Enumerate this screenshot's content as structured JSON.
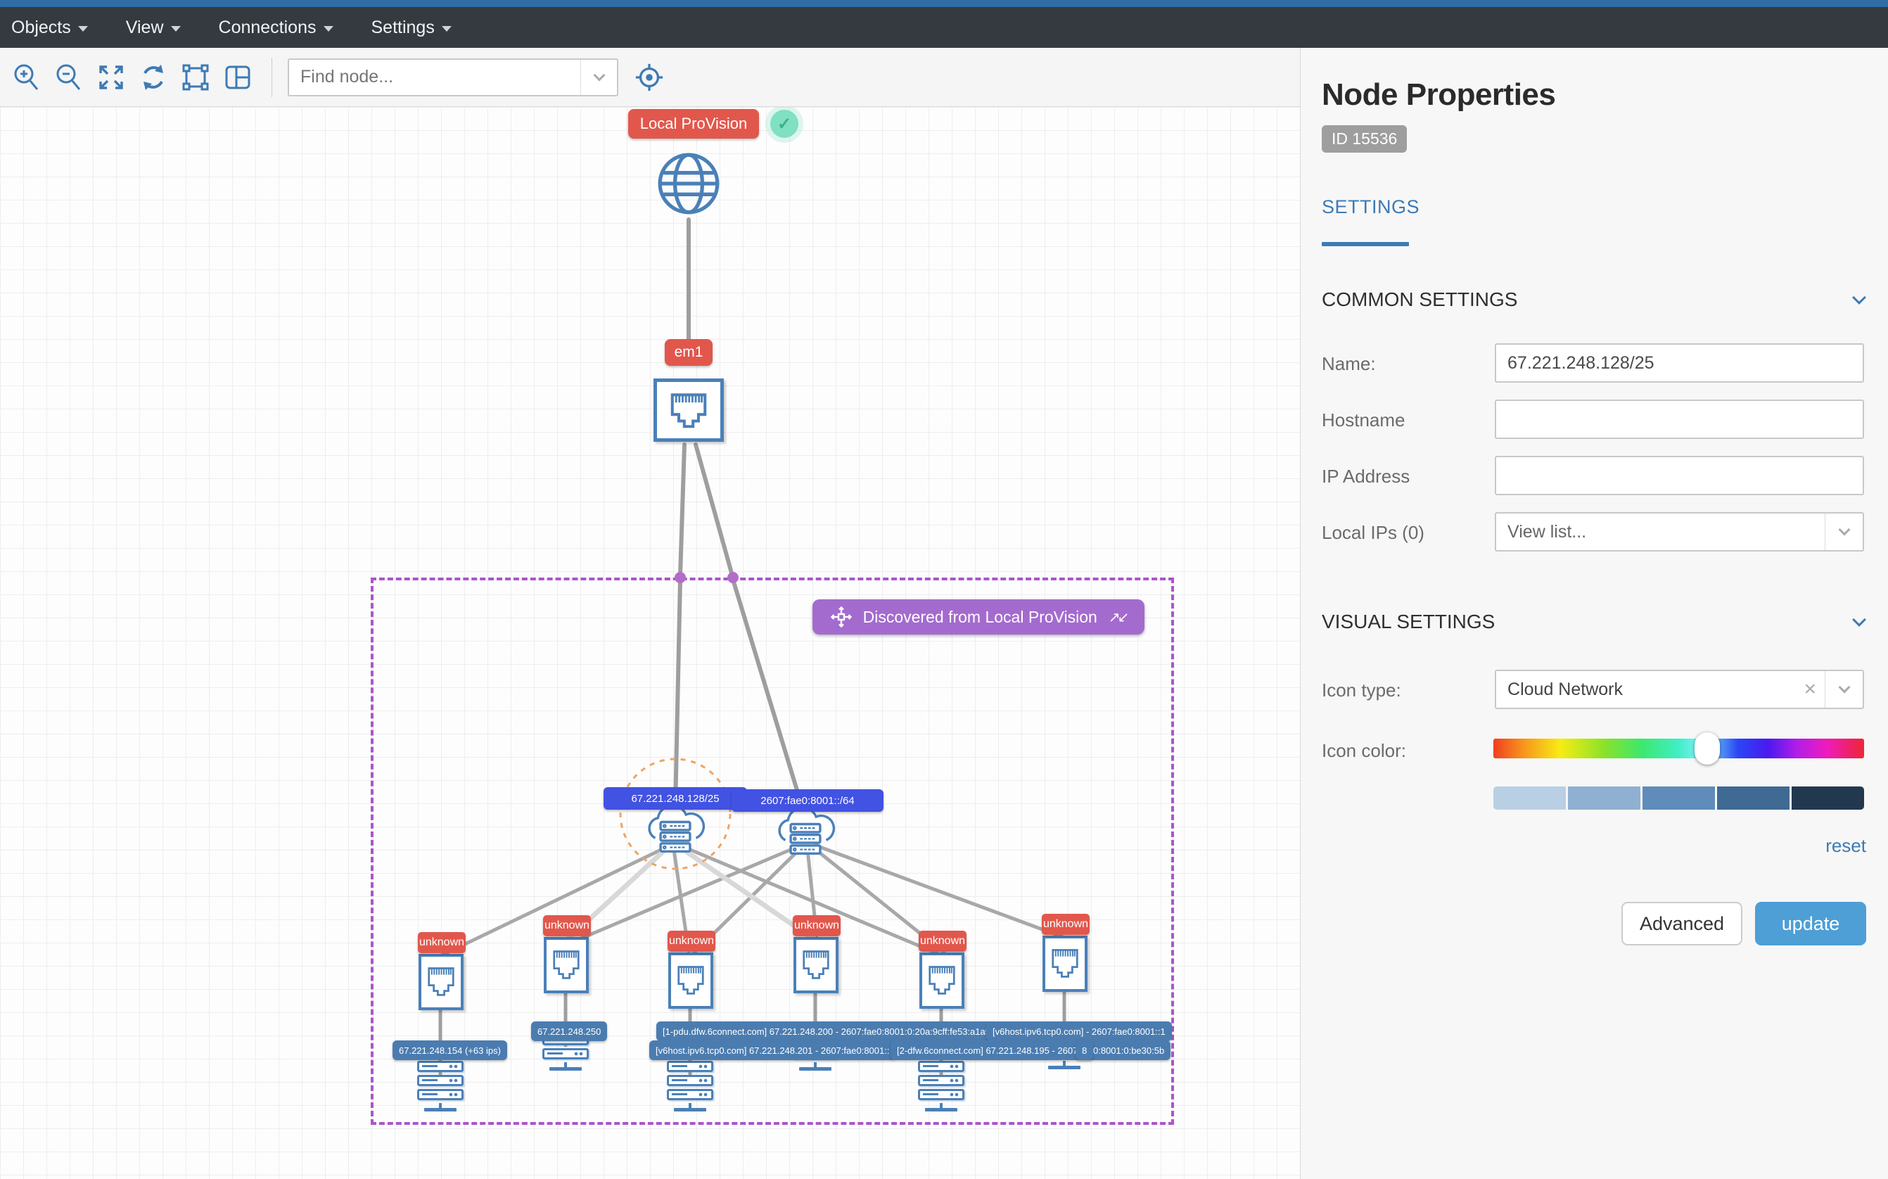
{
  "menu": {
    "items": [
      "Objects",
      "View",
      "Connections",
      "Settings"
    ]
  },
  "toolbar": {
    "find_placeholder": "Find node..."
  },
  "canvas": {
    "root_label": "Local ProVision",
    "interface_label": "em1",
    "group_label": "Discovered from Local ProVision",
    "unknown_label": "unknown",
    "cloud_labels": [
      "67.221.248.128/25",
      "2607:fae0:8001::/64"
    ],
    "leaf_labels": [
      "67.221.248.154 (+63 ips)",
      "67.221.248.250",
      "[1-pdu.dfw.6connect.com] 67.221.248.200 - 2607:fae0:8001:0:20a:9cff:fe53:a1a5",
      "[v6host.ipv6.tcp0.com] - 2607:fae0:8001::1",
      "[v6host.ipv6.tcp0.com] 67.221.248.201 - 2607:fae0:8001::",
      "[2-dfw.6connect.com] 67.221.248.195 - 2607:fae0:8001:0:be30:5b",
      "8"
    ]
  },
  "panel": {
    "title": "Node Properties",
    "id_badge": "ID 15536",
    "tab_settings": "SETTINGS",
    "common_section": "COMMON SETTINGS",
    "visual_section": "VISUAL SETTINGS",
    "fields": {
      "name_label": "Name:",
      "name_value": "67.221.248.128/25",
      "hostname_label": "Hostname",
      "hostname_value": "",
      "ip_label": "IP Address",
      "ip_value": "",
      "local_ips_label": "Local IPs (0)",
      "local_ips_value": "View list...",
      "icon_type_label": "Icon type:",
      "icon_type_value": "Cloud Network",
      "icon_color_label": "Icon color:"
    },
    "swatch_colors": [
      "#b9cfe4",
      "#8fb0d1",
      "#5f8cba",
      "#3f6a94",
      "#22384e"
    ],
    "reset_label": "reset",
    "advanced_label": "Advanced",
    "update_label": "update",
    "accent_color": "#3d7ab5"
  }
}
